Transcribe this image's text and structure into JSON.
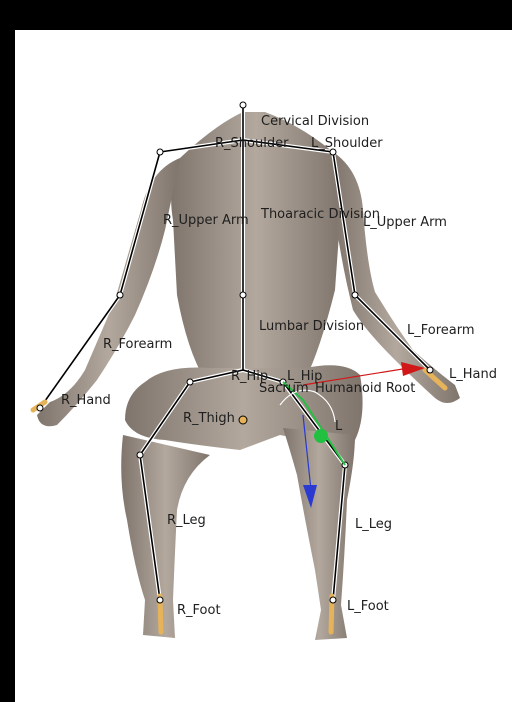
{
  "viewport": {
    "background": "#ffffff",
    "outer_background": "#000000",
    "skin_color": "#9a8e83",
    "skeleton_line_color": "#000000",
    "skeleton_outline_color": "#ffffff",
    "end_bone_color": "#e6b35a"
  },
  "labels": {
    "cervical": "Cervical Division",
    "r_shoulder": "R_Shoulder",
    "l_shoulder": "L_Shoulder",
    "r_upper_arm": "R_Upper Arm",
    "thoracic": "Thoaracic Division",
    "l_upper_arm": "L_Upper Arm",
    "lumbar": "Lumbar Division",
    "l_forearm": "L_Forearm",
    "r_forearm": "R_Forearm",
    "l_hand": "L_Hand",
    "r_hip": "R_Hip",
    "l_hip": "L_Hip",
    "sacrum": "Sacrum",
    "humanoid_root": "Humanoid Root",
    "r_hand": "R_Hand",
    "l_thigh": "L",
    "r_thigh": "R_Thigh",
    "r_leg": "R_Leg",
    "l_leg": "L_Leg",
    "r_foot": "R_Foot",
    "l_foot": "L_Foot"
  },
  "gizmo": {
    "x_axis_color": "#d01818",
    "y_axis_color": "#2a3ad0",
    "selected_color": "#22c040"
  }
}
